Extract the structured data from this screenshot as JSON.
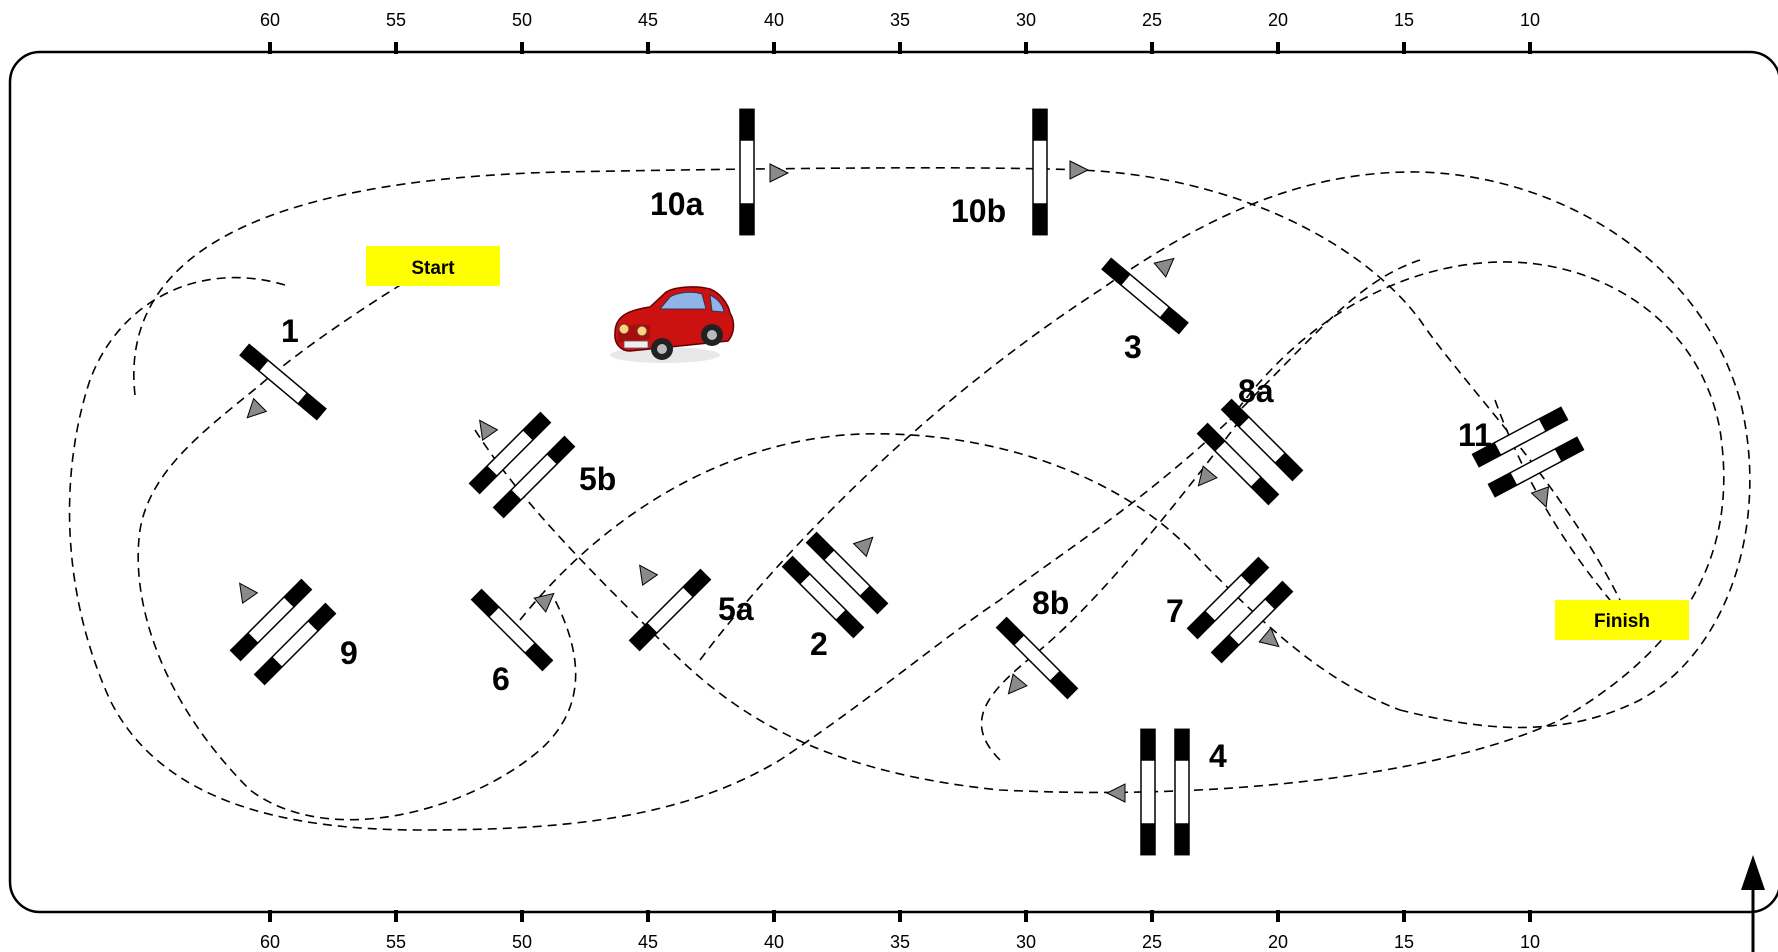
{
  "scale": {
    "labels": [
      "60",
      "55",
      "50",
      "45",
      "40",
      "35",
      "30",
      "25",
      "20",
      "15",
      "10"
    ]
  },
  "tags": {
    "start": "Start",
    "finish": "Finish"
  },
  "gates": {
    "g1": "1",
    "g2": "2",
    "g3": "3",
    "g4": "4",
    "g5a": "5a",
    "g5b": "5b",
    "g6": "6",
    "g7": "7",
    "g8a": "8a",
    "g8b": "8b",
    "g9": "9",
    "g10a": "10a",
    "g10b": "10b",
    "g11": "11"
  },
  "colors": {
    "tag_fill": "#ffff00",
    "car_body": "#cc1111",
    "arrow_fill": "#8a8a8a"
  },
  "icons": {
    "car": "car-icon",
    "north": "north-arrow-icon"
  }
}
